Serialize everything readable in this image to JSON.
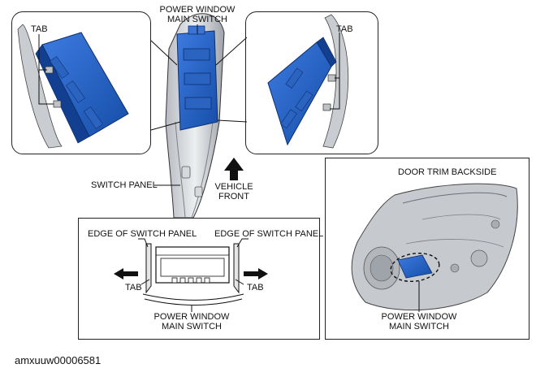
{
  "labels": {
    "tab_left": "TAB",
    "tab_right": "TAB",
    "pw_main_top_1": "POWER WINDOW",
    "pw_main_top_2": "MAIN SWITCH",
    "switch_panel": "SWITCH PANEL",
    "vehicle_front_1": "VEHICLE",
    "vehicle_front_2": "FRONT",
    "door_trim_backside": "DOOR TRIM BACKSIDE",
    "edge_left": "EDGE OF SWITCH PANEL",
    "edge_right": "EDGE OF SWITCH PANEL",
    "tab_bottom_left": "TAB",
    "tab_bottom_right": "TAB",
    "pw_main_bottom_1": "POWER WINDOW",
    "pw_main_bottom_2": "MAIN SWITCH",
    "pw_main_door_1": "POWER WINDOW",
    "pw_main_door_2": "MAIN SWITCH",
    "figure_id": "amxuuw00006581"
  },
  "colors": {
    "switch_blue": "#1f5fc8",
    "switch_blue_dark": "#123f8f",
    "panel_gray": "#c9ccd0",
    "panel_gray_dark": "#8b8f95",
    "line": "#111111"
  }
}
